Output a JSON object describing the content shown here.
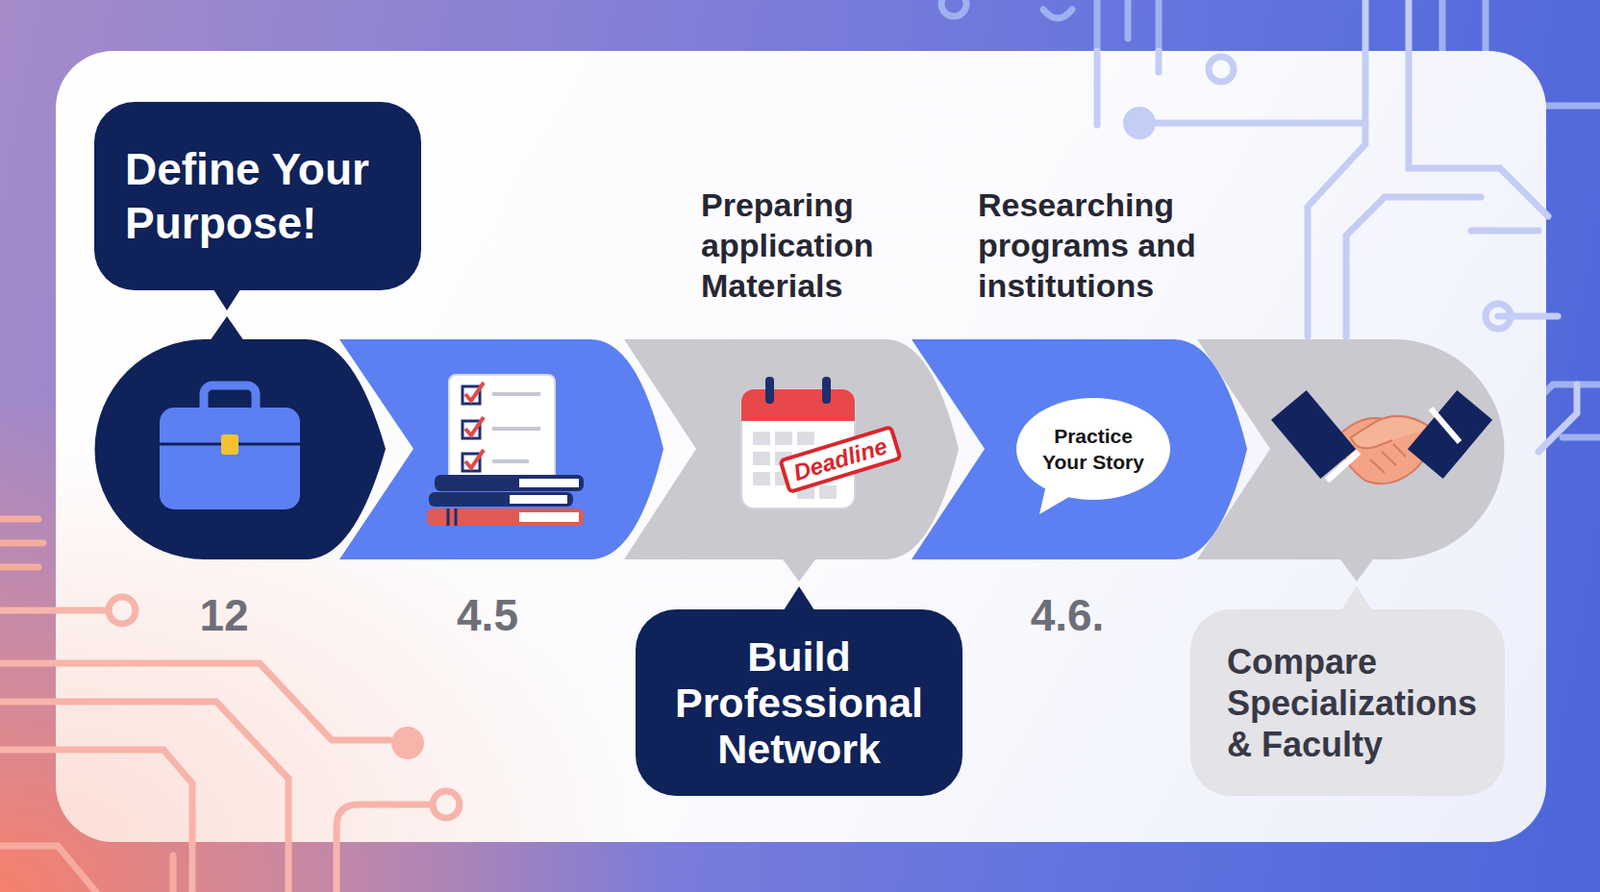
{
  "diagram": {
    "nodes": [
      {
        "text": [
          "Define Your Purpose!"
        ]
      },
      {
        "text": [
          "Practice Your Story"
        ]
      },
      {
        "text": [
          "Build Professional Network"
        ]
      },
      {
        "text": [
          "Compare Specializations & Faculty"
        ]
      }
    ],
    "labels": [
      "Preparing application Materials",
      "Researching programs and institutions",
      "Deadline",
      "12",
      "4.5",
      "4.6."
    ]
  }
}
